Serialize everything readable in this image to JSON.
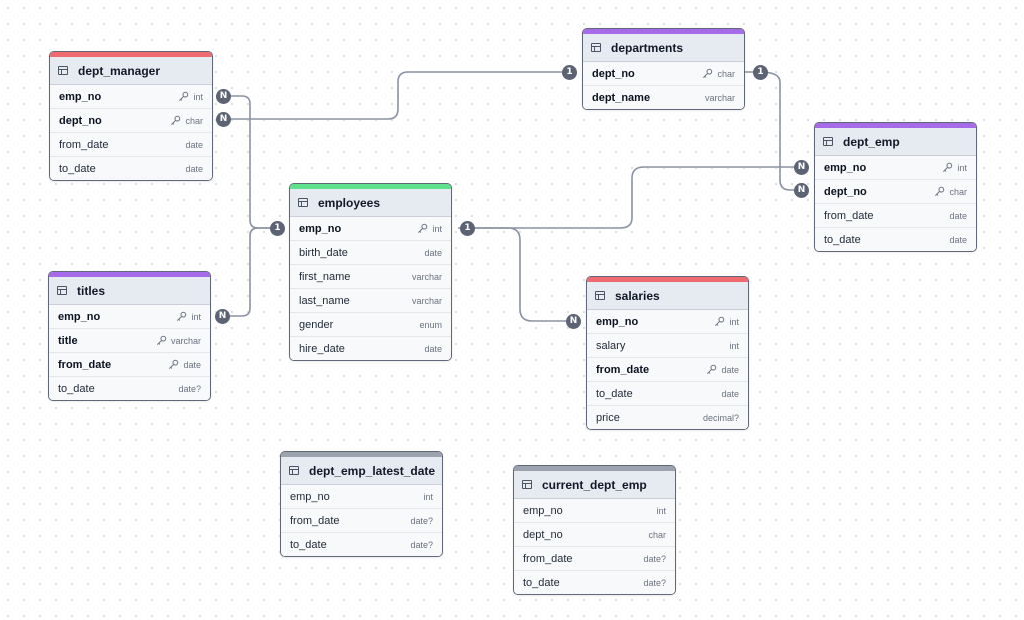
{
  "colors": {
    "red": "#ef6b6f",
    "purple": "#a66be8",
    "green": "#5fe08d",
    "gray": "#9ca3af",
    "line": "#8a93a3",
    "badge": "#5b6374"
  },
  "tables": {
    "dept_manager": {
      "name": "dept_manager",
      "columns": [
        {
          "name": "emp_no",
          "type": "int"
        },
        {
          "name": "dept_no",
          "type": "char"
        },
        {
          "name": "from_date",
          "type": "date"
        },
        {
          "name": "to_date",
          "type": "date"
        }
      ]
    },
    "departments": {
      "name": "departments",
      "columns": [
        {
          "name": "dept_no",
          "type": "char"
        },
        {
          "name": "dept_name",
          "type": "varchar"
        }
      ]
    },
    "dept_emp": {
      "name": "dept_emp",
      "columns": [
        {
          "name": "emp_no",
          "type": "int"
        },
        {
          "name": "dept_no",
          "type": "char"
        },
        {
          "name": "from_date",
          "type": "date"
        },
        {
          "name": "to_date",
          "type": "date"
        }
      ]
    },
    "employees": {
      "name": "employees",
      "columns": [
        {
          "name": "emp_no",
          "type": "int"
        },
        {
          "name": "birth_date",
          "type": "date"
        },
        {
          "name": "first_name",
          "type": "varchar"
        },
        {
          "name": "last_name",
          "type": "varchar"
        },
        {
          "name": "gender",
          "type": "enum"
        },
        {
          "name": "hire_date",
          "type": "date"
        }
      ]
    },
    "titles": {
      "name": "titles",
      "columns": [
        {
          "name": "emp_no",
          "type": "int"
        },
        {
          "name": "title",
          "type": "varchar"
        },
        {
          "name": "from_date",
          "type": "date"
        },
        {
          "name": "to_date",
          "type": "date?"
        }
      ]
    },
    "salaries": {
      "name": "salaries",
      "columns": [
        {
          "name": "emp_no",
          "type": "int"
        },
        {
          "name": "salary",
          "type": "int"
        },
        {
          "name": "from_date",
          "type": "date"
        },
        {
          "name": "to_date",
          "type": "date"
        },
        {
          "name": "price",
          "type": "decimal?"
        }
      ]
    },
    "dept_emp_latest_date": {
      "name": "dept_emp_latest_date",
      "columns": [
        {
          "name": "emp_no",
          "type": "int"
        },
        {
          "name": "from_date",
          "type": "date?"
        },
        {
          "name": "to_date",
          "type": "date?"
        }
      ]
    },
    "current_dept_emp": {
      "name": "current_dept_emp",
      "columns": [
        {
          "name": "emp_no",
          "type": "int"
        },
        {
          "name": "dept_no",
          "type": "char"
        },
        {
          "name": "from_date",
          "type": "date?"
        },
        {
          "name": "to_date",
          "type": "date?"
        }
      ]
    }
  },
  "relation_labels": {
    "one": "1",
    "many": "N"
  }
}
